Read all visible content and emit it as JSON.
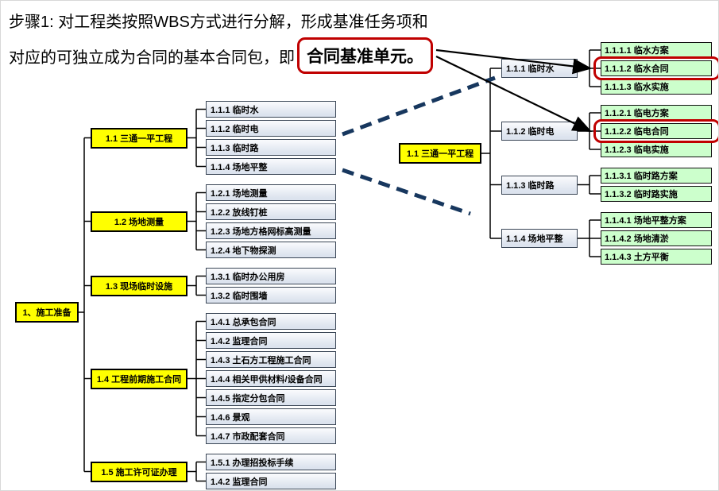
{
  "title": {
    "line1": "步骤1: 对工程类按照WBS方式进行分解，形成基准任务项和",
    "line2_prefix": "对应的可独立成为合同的基本合同包，即",
    "highlight": "合同基准单元。"
  },
  "colors": {
    "yellow": "#FFFF00",
    "leaf_gray": "#DCE3EE",
    "leaf_green": "#CCFFCC",
    "highlight_red": "#C00000",
    "dashed_blue": "#17375E",
    "line_black": "#000000"
  },
  "left_tree": {
    "root": "1、施工准备",
    "groups": [
      {
        "label": "1.1 三通一平工程",
        "children": [
          "1.1.1 临时水",
          "1.1.2 临时电",
          "1.1.3 临时路",
          "1.1.4 场地平整"
        ]
      },
      {
        "label": "1.2 场地测量",
        "children": [
          "1.2.1 场地测量",
          "1.2.2 放线钉桩",
          "1.2.3 场地方格网标高测量",
          "1.2.4 地下物探测"
        ]
      },
      {
        "label": "1.3 现场临时设施",
        "children": [
          "1.3.1 临时办公用房",
          "1.3.2 临时围墙"
        ]
      },
      {
        "label": "1.4 工程前期施工合同",
        "children": [
          "1.4.1 总承包合同",
          "1.4.2 监理合同",
          "1.4.3 土石方工程施工合同",
          "1.4.4 相关甲供材料/设备合同",
          "1.4.5 指定分包合同",
          "1.4.6 景观",
          "1.4.7 市政配套合同"
        ]
      },
      {
        "label": "1.5 施工许可证办理",
        "children": [
          "1.5.1 办理招投标手续",
          "1.4.2 监理合同"
        ]
      }
    ]
  },
  "right_tree": {
    "root": "1.1 三通一平工程",
    "groups": [
      {
        "label": "1.1.1 临时水",
        "children": [
          {
            "label": "1.1.1.1 临水方案"
          },
          {
            "label": "1.1.1.2 临水合同",
            "highlight": true
          },
          {
            "label": "1.1.1.3 临水实施"
          }
        ]
      },
      {
        "label": "1.1.2 临时电",
        "children": [
          {
            "label": "1.1.2.1 临电方案"
          },
          {
            "label": "1.1.2.2 临电合同",
            "highlight": true
          },
          {
            "label": "1.1.2.3 临电实施"
          }
        ]
      },
      {
        "label": "1.1.3 临时路",
        "children": [
          {
            "label": "1.1.3.1 临时路方案"
          },
          {
            "label": "1.1.3.2 临时路实施"
          }
        ]
      },
      {
        "label": "1.1.4 场地平整",
        "children": [
          {
            "label": "1.1.4.1 场地平整方案"
          },
          {
            "label": "1.1.4.2 场地清淤"
          },
          {
            "label": "1.1.4.3 土方平衡"
          }
        ]
      }
    ]
  }
}
